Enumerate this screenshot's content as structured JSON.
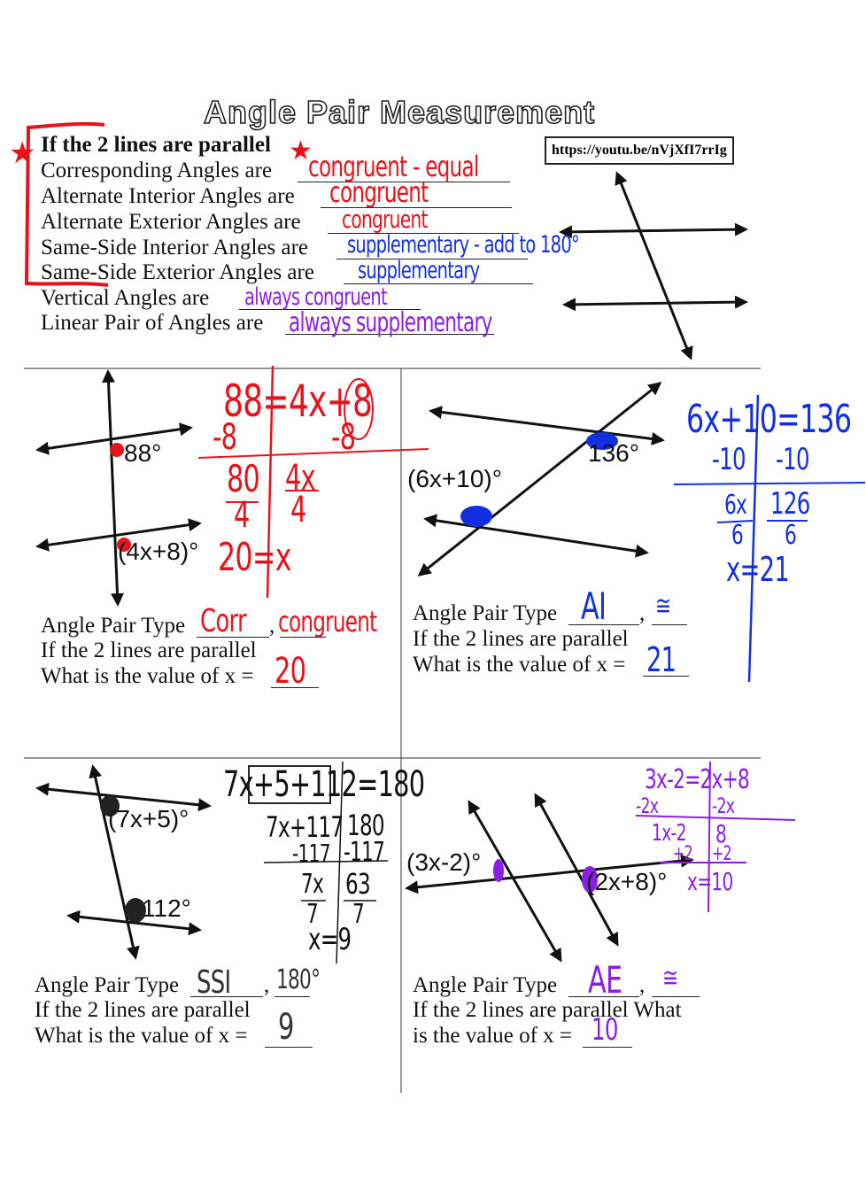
{
  "title": "Angle Pair Measurement",
  "url": "https://youtu.be/nVjXfI7rrIg",
  "rules": {
    "heading": "If the 2 lines are parallel",
    "items": [
      {
        "label": "Corresponding Angles are",
        "answer": "congruent - equal"
      },
      {
        "label": "Alternate Interior Angles are",
        "answer": "congruent"
      },
      {
        "label": "Alternate Exterior Angles are",
        "answer": "congruent"
      },
      {
        "label": "Same-Side Interior Angles are",
        "answer": "supplementary - add to 180°"
      },
      {
        "label": "Same-Side Exterior Angles are",
        "answer": "supplementary"
      },
      {
        "label": "Vertical Angles are",
        "answer": "always congruent"
      },
      {
        "label": "Linear Pair of Angles are",
        "answer": "always supplementary"
      }
    ]
  },
  "colors": {
    "red": "#e8121b",
    "blue": "#1330e0",
    "purple": "#8a1ee6",
    "black": "#111111"
  },
  "problems": [
    {
      "angle1": "88°",
      "angle2": "(4x+8)°",
      "work": [
        "88=4x+8",
        "-8",
        "-8",
        "80",
        "4x",
        "4",
        "4",
        "20=x"
      ],
      "type_label": "Angle Pair Type",
      "type_answer": "Corr",
      "relation_answer": "congruent",
      "condition": "If the 2 lines are parallel",
      "question": "What is the value of x =",
      "x_answer": "20"
    },
    {
      "angle1": "136°",
      "angle2": "(6x+10)°",
      "work": [
        "6x+10=136",
        "-10",
        "-10",
        "6x",
        "126",
        "6",
        "6",
        "x=21"
      ],
      "type_label": "Angle Pair Type",
      "type_answer": "AI",
      "relation_answer": "≅",
      "condition": "If the 2 lines are parallel",
      "question": "What is the value of x =",
      "x_answer": "21"
    },
    {
      "angle1": "(7x+5)°",
      "angle2": "112°",
      "work": [
        "7x+5+112=180",
        "7x+117",
        "180",
        "-117",
        "-117",
        "7x",
        "63",
        "7",
        "7",
        "x=9"
      ],
      "type_label": "Angle Pair Type",
      "type_answer": "SSI",
      "relation_answer": "180°",
      "condition": "If the 2 lines are parallel",
      "question": "What is the value of x =",
      "x_answer": "9"
    },
    {
      "angle1": "(3x-2)°",
      "angle2": "(2x+8)°",
      "work": [
        "3x-2=2x+8",
        "-2x",
        "-2x",
        "1x-2",
        "8",
        "+2",
        "+2",
        "x=10"
      ],
      "type_label": "Angle Pair Type",
      "type_answer": "AE",
      "relation_answer": "≅",
      "condition": "If the 2 lines are parallel What",
      "question": "is the value of x =",
      "x_answer": "10"
    }
  ]
}
